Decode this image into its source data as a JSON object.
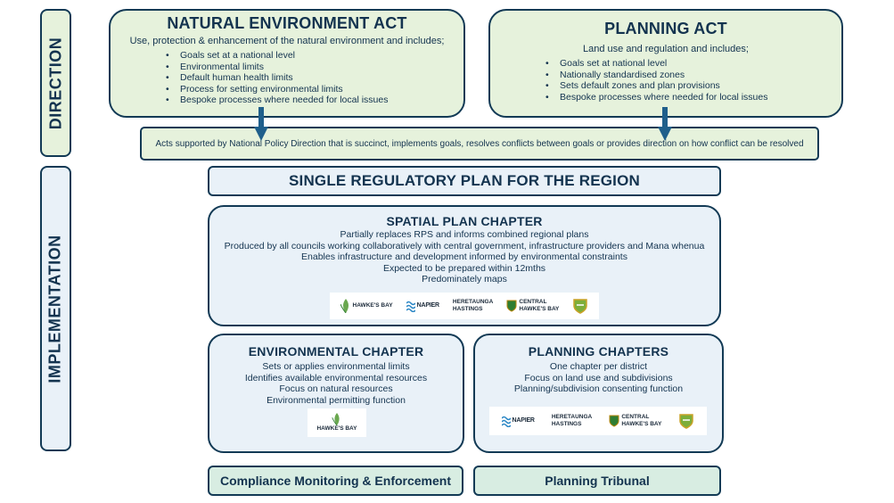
{
  "side_labels": {
    "direction": "DIRECTION",
    "implementation": "IMPLEMENTATION"
  },
  "natural_environment_act": {
    "title": "NATURAL ENVIRONMENT ACT",
    "intro": "Use, protection & enhancement of the natural environment and includes;",
    "items": [
      "Goals set at a national level",
      "Environmental limits",
      "Default human health limits",
      "Process for setting environmental limits",
      "Bespoke processes where needed for local issues"
    ]
  },
  "planning_act": {
    "title": "PLANNING ACT",
    "intro": "Land use and regulation and includes;",
    "items": [
      "Goals set at national level",
      "Nationally standardised zones",
      "Sets default zones and plan provisions",
      "Bespoke processes where needed for local issues"
    ]
  },
  "policy_direction": "Acts supported by National Policy Direction that is succinct, implements goals, resolves conflicts between goals or provides direction on how conflict can be resolved",
  "single_plan_title": "SINGLE REGULATORY PLAN FOR THE REGION",
  "spatial_plan": {
    "title": "SPATIAL PLAN CHAPTER",
    "lines": [
      "Partially replaces RPS  and informs combined regional plans",
      "Produced by all councils working collaboratively with central government, infrastructure providers and Mana whenua",
      "Enables infrastructure and development informed by environmental constraints",
      "Expected to be prepared within 12mths",
      "Predominately maps"
    ]
  },
  "environmental_chapter": {
    "title": "ENVIRONMENTAL CHAPTER",
    "lines": [
      "Sets or applies environmental limits",
      "Identifies available environmental resources",
      "Focus on natural resources",
      "Environmental permitting function"
    ]
  },
  "planning_chapters": {
    "title": "PLANNING CHAPTERS",
    "lines": [
      "One chapter per district",
      "Focus on land use and subdivisions",
      "Planning/subdivision consenting function"
    ]
  },
  "logos": {
    "hawkes_bay": "HAWKE'S BAY",
    "napier": "NAPIER",
    "heretaunga": "HERETAUNGA",
    "hastings": "HASTINGS",
    "central_1": "CENTRAL",
    "central_2": "HAWKE'S BAY"
  },
  "compliance": "Compliance Monitoring & Enforcement",
  "planning_tribunal": "Planning Tribunal",
  "colors": {
    "border": "#123a55",
    "act_fill": "#e6f2dc",
    "plan_fill": "#e9f1f8",
    "bottom_fill": "#d8ede2",
    "arrow": "#1f5f8b"
  }
}
